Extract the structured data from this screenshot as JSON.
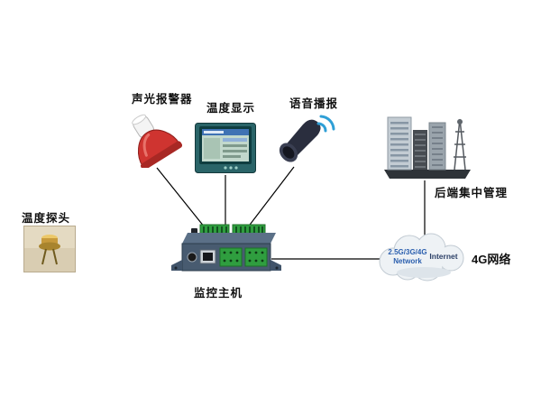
{
  "labels": {
    "alarm": "声光报警器",
    "display": "温度显示",
    "voice": "语音播报",
    "backend": "后端集中管理",
    "probe": "温度探头",
    "host": "监控主机",
    "network": "4G网络"
  },
  "cloud": {
    "network_line1": "2.5G/3G/4G",
    "network_line2": "Network",
    "internet": "Internet"
  },
  "colors": {
    "connector": "#000000",
    "terminal_green": "#2f9e3f",
    "alarm_red": "#cf3430",
    "cloud_text_blue": "#2b5fae"
  },
  "icons": {
    "alarm": "siren-strobe-icon",
    "display": "lcd-monitor-icon",
    "voice": "speaker-wifi-icon",
    "backend": "city-buildings-icon",
    "probe": "temperature-sensor-photo",
    "host": "controller-device-icon",
    "network": "cloud-icon"
  }
}
